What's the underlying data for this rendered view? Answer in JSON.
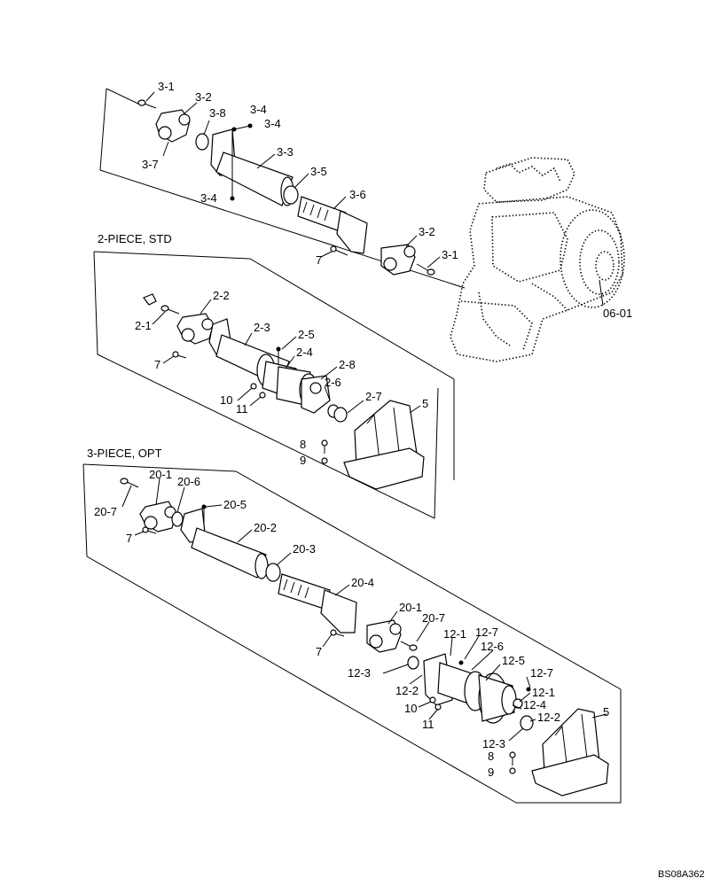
{
  "sections": {
    "two_piece": {
      "title": "2-PIECE, STD"
    },
    "three_piece": {
      "title": "3-PIECE, OPT"
    }
  },
  "drawing_code": "BS08A362",
  "callouts": {
    "top": [
      "3-1",
      "3-2",
      "3-8",
      "3-4",
      "3-4",
      "3-7",
      "3-3",
      "3-5",
      "3-4",
      "3-6",
      "3-2",
      "3-1",
      "7",
      "06-01"
    ],
    "two_piece": [
      "2-2",
      "2-1",
      "2-3",
      "2-5",
      "7",
      "2-4",
      "2-8",
      "2-6",
      "2-7",
      "10",
      "11",
      "5",
      "8",
      "9"
    ],
    "three_piece": [
      "20-1",
      "20-6",
      "20-7",
      "20-5",
      "7",
      "20-2",
      "20-3",
      "20-4",
      "20-1",
      "20-7",
      "7",
      "12-1",
      "12-7",
      "12-6",
      "12-5",
      "12-7",
      "12-3",
      "12-2",
      "12-1",
      "12-4",
      "10",
      "12-2",
      "11",
      "5",
      "12-3",
      "8",
      "9"
    ]
  }
}
